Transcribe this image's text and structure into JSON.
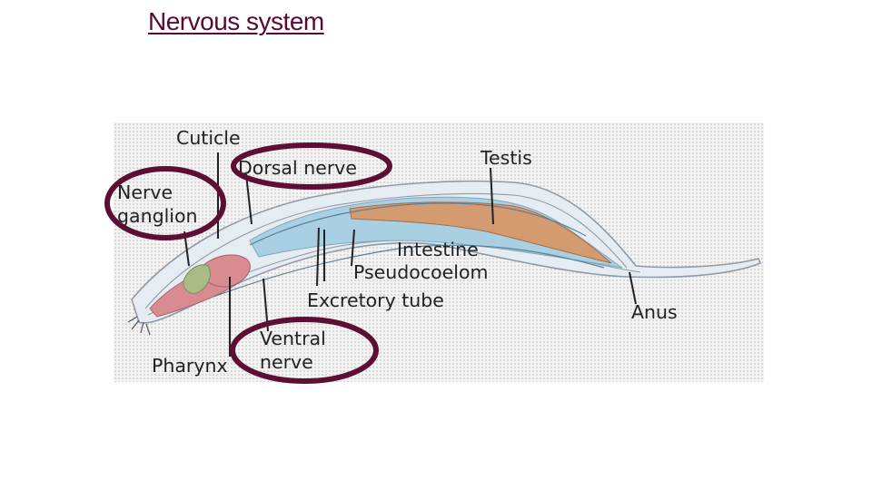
{
  "title": "Nervous system",
  "labels": {
    "cuticle": "Cuticle",
    "dorsal_nerve": "Dorsal nerve",
    "testis": "Testis",
    "nerve": "Nerve",
    "ganglion": "ganglion",
    "intestine": "Intestine",
    "pseudocoelom": "Pseudocoelom",
    "excretory_tube": "Excretory tube",
    "anus": "Anus",
    "ventral": "Ventral",
    "nerve2": "nerve",
    "pharynx": "Pharynx"
  },
  "colors": {
    "title": "#5a0a32",
    "highlight_ring": "#5c0f33",
    "body_outline": "#8f9aa6",
    "body_fill": "#e6edf2",
    "pseudocoelom": "#a9cfe3",
    "intestine_gonad": "#d49a70",
    "pharynx": "#d98b92",
    "nerve_ring": "#a9bb86",
    "leader_lines": "#222226"
  },
  "highlighted": [
    "Nerve ganglion",
    "Dorsal nerve",
    "Ventral nerve"
  ]
}
